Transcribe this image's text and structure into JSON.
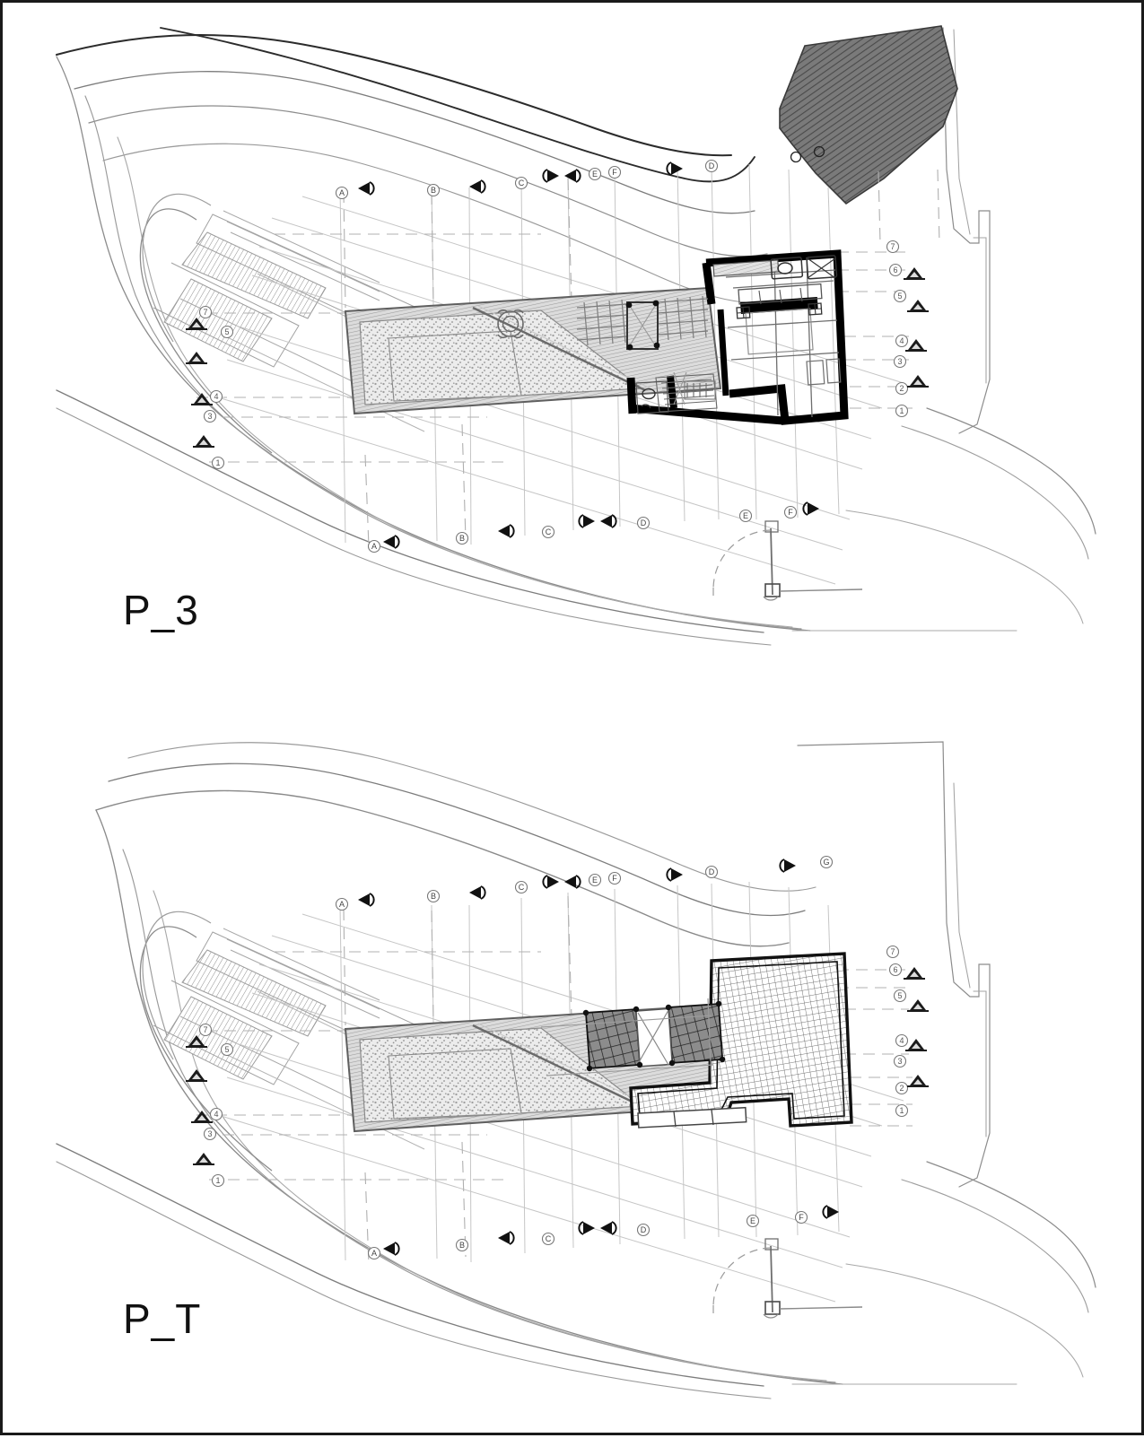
{
  "document": {
    "type": "architectural-site-plan",
    "sheet_border": "#1a1a1a",
    "background": "#ffffff"
  },
  "drawings": [
    {
      "id": "upper",
      "label": "P_3",
      "description": "Third floor plan with site contours, terrace, pool-deck and dark hatched zone"
    },
    {
      "id": "lower",
      "label": "P_T",
      "description": "Roof / terrace plan with site contours and tiled roof grid"
    }
  ],
  "labels": {
    "upper_plan": "P_3",
    "lower_plan": "P_T"
  },
  "contour_markers": {
    "numbers": [
      "1",
      "2",
      "3",
      "4",
      "5",
      "6",
      "7"
    ],
    "left_column": [
      "7",
      "5",
      "4",
      "3",
      "1"
    ],
    "right_column": [
      "7",
      "6",
      "5",
      "4",
      "3",
      "2",
      "1"
    ]
  },
  "section_markers": {
    "letters": [
      "A",
      "B",
      "C",
      "D",
      "E",
      "F",
      "G"
    ],
    "top_row": [
      "A",
      "B",
      "C",
      "D",
      "E",
      "F"
    ],
    "bottom_row": [
      "A",
      "B",
      "C",
      "D",
      "E",
      "F"
    ]
  },
  "colors": {
    "line_dark": "#111111",
    "line_mid": "#555555",
    "line_light": "#9a9a9a",
    "line_faint": "#c8c8c8",
    "hatch_dark": "#6e6e6e",
    "hatch_mid": "#b4b4b4",
    "gravel": "#d9d9d9",
    "wall_black": "#000000"
  },
  "legend_texture": {
    "dark_zone": "diagonal-hatch",
    "terrace": "vertical-hatch",
    "gravel_bed": "stipple",
    "roof": "cross-grid",
    "glazing_panel": "fine-grid"
  }
}
